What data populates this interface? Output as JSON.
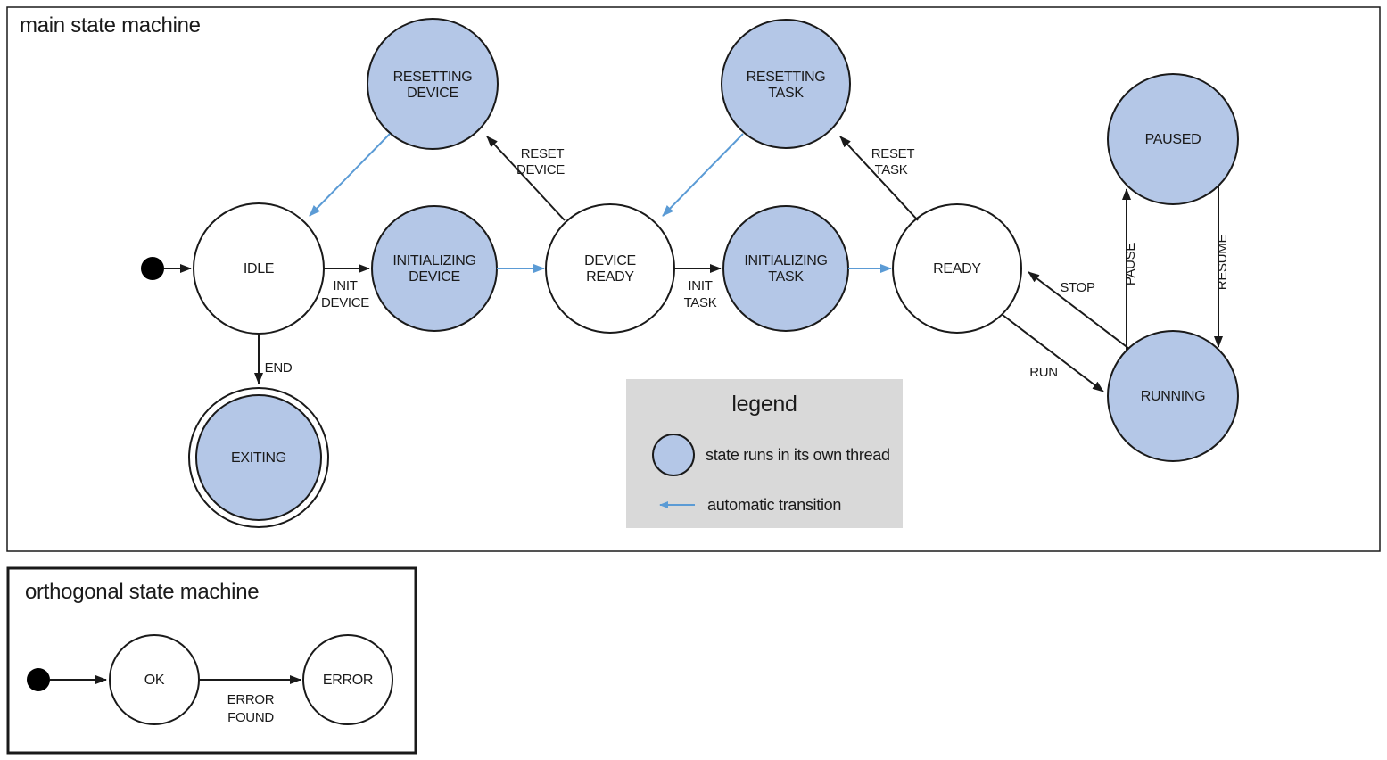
{
  "main": {
    "title": "main state machine",
    "states": {
      "idle": [
        "IDLE"
      ],
      "resetting_device": [
        "RESETTING",
        "DEVICE"
      ],
      "initializing_device": [
        "INITIALIZING",
        "DEVICE"
      ],
      "device_ready": [
        "DEVICE",
        "READY"
      ],
      "resetting_task": [
        "RESETTING",
        "TASK"
      ],
      "initializing_task": [
        "INITIALIZING",
        "TASK"
      ],
      "ready": [
        "READY"
      ],
      "paused": [
        "PAUSED"
      ],
      "running": [
        "RUNNING"
      ],
      "exiting": [
        "EXITING"
      ]
    },
    "transitions": {
      "init_device": [
        "INIT",
        "DEVICE"
      ],
      "reset_device": [
        "RESET",
        "DEVICE"
      ],
      "init_task": [
        "INIT",
        "TASK"
      ],
      "reset_task": [
        "RESET",
        "TASK"
      ],
      "stop": "STOP",
      "run": "RUN",
      "pause": "PAUSE",
      "resume": "RESUME",
      "end": "END"
    }
  },
  "legend": {
    "title": "legend",
    "thread_state_label": "state runs in its own thread",
    "auto_transition_label": "automatic transition"
  },
  "orthogonal": {
    "title": "orthogonal state machine",
    "states": {
      "ok": [
        "OK"
      ],
      "error": [
        "ERROR"
      ]
    },
    "transitions": {
      "error_found": [
        "ERROR",
        "FOUND"
      ]
    }
  },
  "colors": {
    "thread_state_fill": "#b4c7e7",
    "auto_transition_blue": "#5b9bd5",
    "legend_background": "#d9d9d9",
    "line_black": "#1a1a1a"
  }
}
